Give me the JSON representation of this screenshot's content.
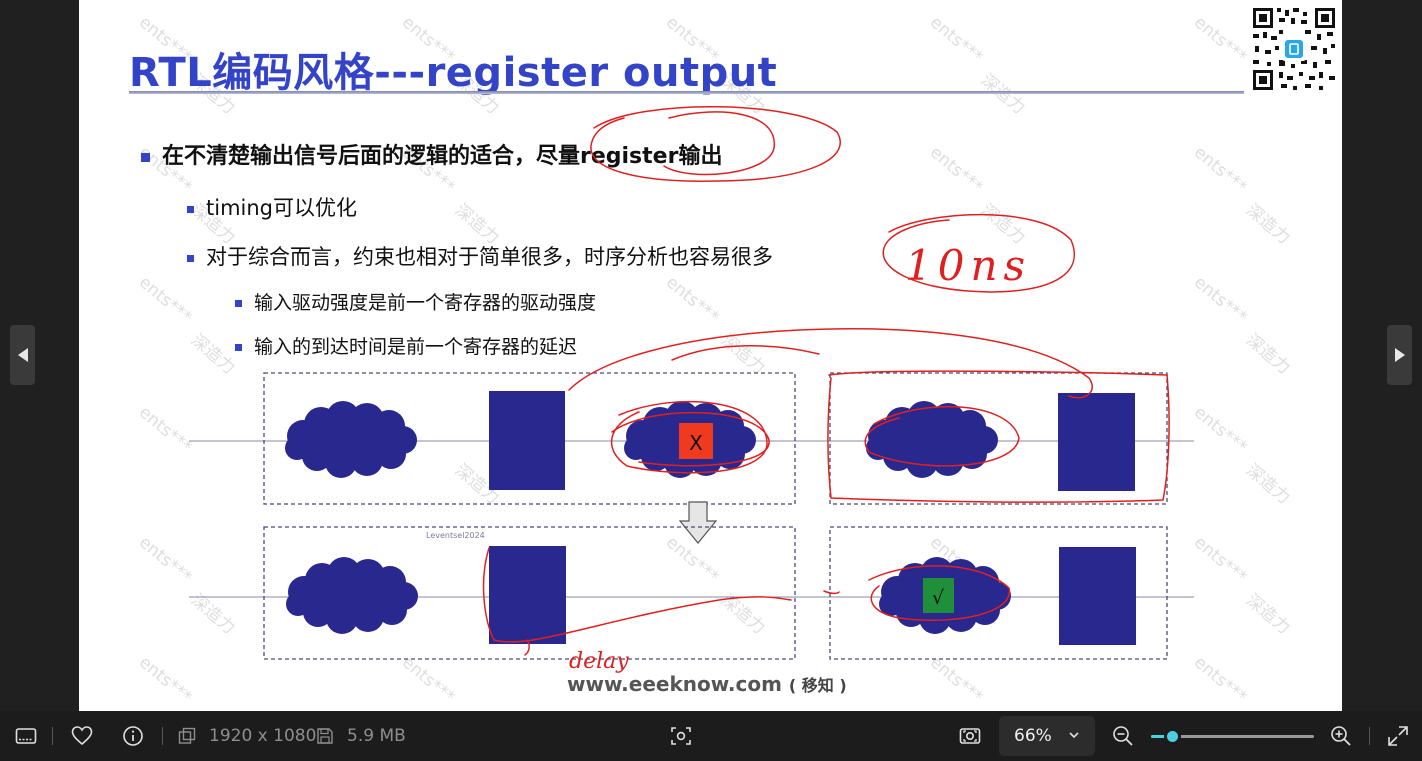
{
  "slide": {
    "title": "RTL编码风格---register output",
    "bullets": {
      "b1": "在不清楚输出信号后面的逻辑的适合，尽量register输出",
      "b1_sub1": "timing可以优化",
      "b1_sub2": "对于综合而言，约束也相对于简单很多，时序分析也容易很多",
      "b1_sub2_sub1": "输入驱动强度是前一个寄存器的驱动强度",
      "b1_sub2_sub2": "输入的到达时间是前一个寄存器的延迟"
    },
    "diagram": {
      "bad_mark": "X",
      "good_mark": "√",
      "author_tag": "Leventsel2024",
      "handwritten_top_right": "10ns",
      "handwritten_bottom": "delay"
    },
    "watermark_text": "ents***",
    "watermark_text_2": "深造力",
    "footer_url": "www.eeeknow.com",
    "footer_sub": "( 移知 )",
    "colors": {
      "title": "#3344c8",
      "block": "#28288f",
      "annotation": "#e02020",
      "bad": "#f03a20",
      "good": "#1f8f3a"
    }
  },
  "viewer": {
    "image_dimensions": "1920 x 1080",
    "file_size": "5.9 MB",
    "zoom_level": "66%",
    "zoom_slider_fraction": 0.13,
    "icons": {
      "filmstrip": "filmstrip-icon",
      "favorite": "heart-icon",
      "info": "info-icon",
      "dimensions": "dimensions-icon",
      "filesize": "save-icon",
      "crop": "scan-icon",
      "fit": "fit-screen-icon",
      "zoom_out": "zoom-out-icon",
      "zoom_in": "zoom-in-icon",
      "fullscreen": "fullscreen-icon"
    }
  }
}
